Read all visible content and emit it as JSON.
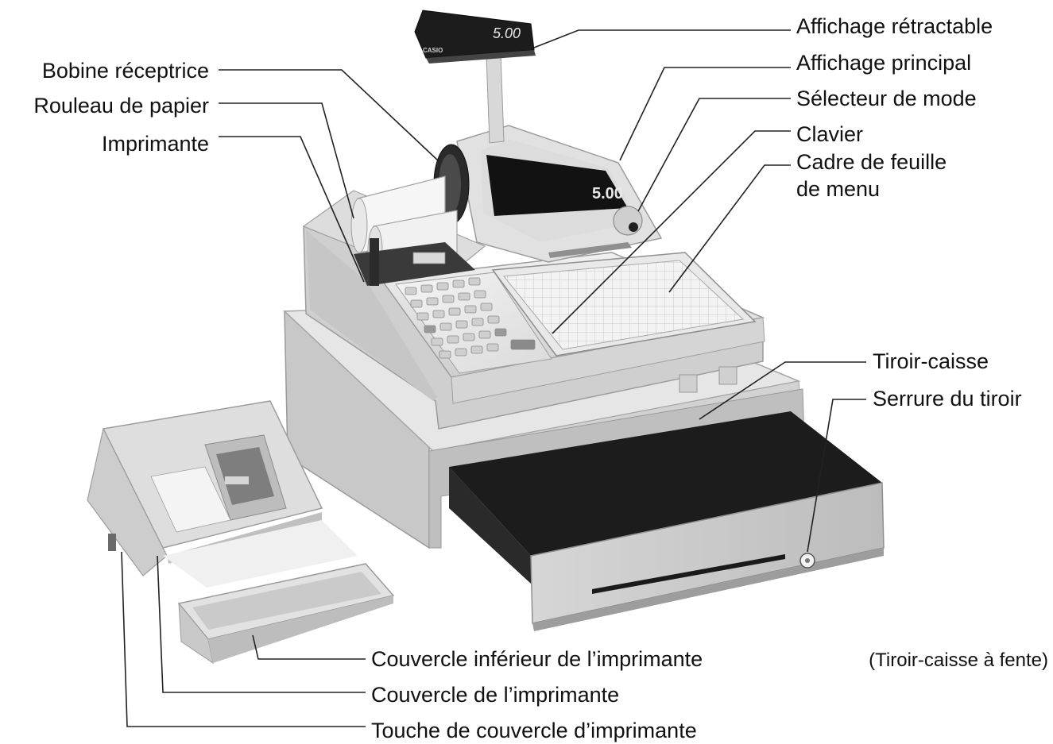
{
  "labels": {
    "affichage_retractable": "Affichage rétractable",
    "affichage_principal": "Affichage principal",
    "selecteur_mode": "Sélecteur de mode",
    "clavier": "Clavier",
    "cadre_feuille_l1": "Cadre de feuille",
    "cadre_feuille_l2": "de menu",
    "bobine_receptrice": "Bobine réceptrice",
    "rouleau_papier": "Rouleau de papier",
    "imprimante": "Imprimante",
    "tiroir_caisse": "Tiroir-caisse",
    "serrure_tiroir": "Serrure du tiroir",
    "couvercle_inferieur": "Couvercle inférieur de l’imprimante",
    "couvercle_imprimante": "Couvercle de l’imprimante",
    "touche_couvercle": "Touche de couvercle d’imprimante",
    "tiroir_fente": "(Tiroir-caisse à fente)"
  },
  "display_readouts": {
    "pole_display": "5.00",
    "main_display": "5.00"
  },
  "device_markings": {
    "brand": "CASIO"
  },
  "colors": {
    "body": "#e4e4e4",
    "body_shadow": "#bdbdbd",
    "drawer_inner": "#1a1a1a",
    "display": "#101010",
    "leader": "#222222"
  }
}
